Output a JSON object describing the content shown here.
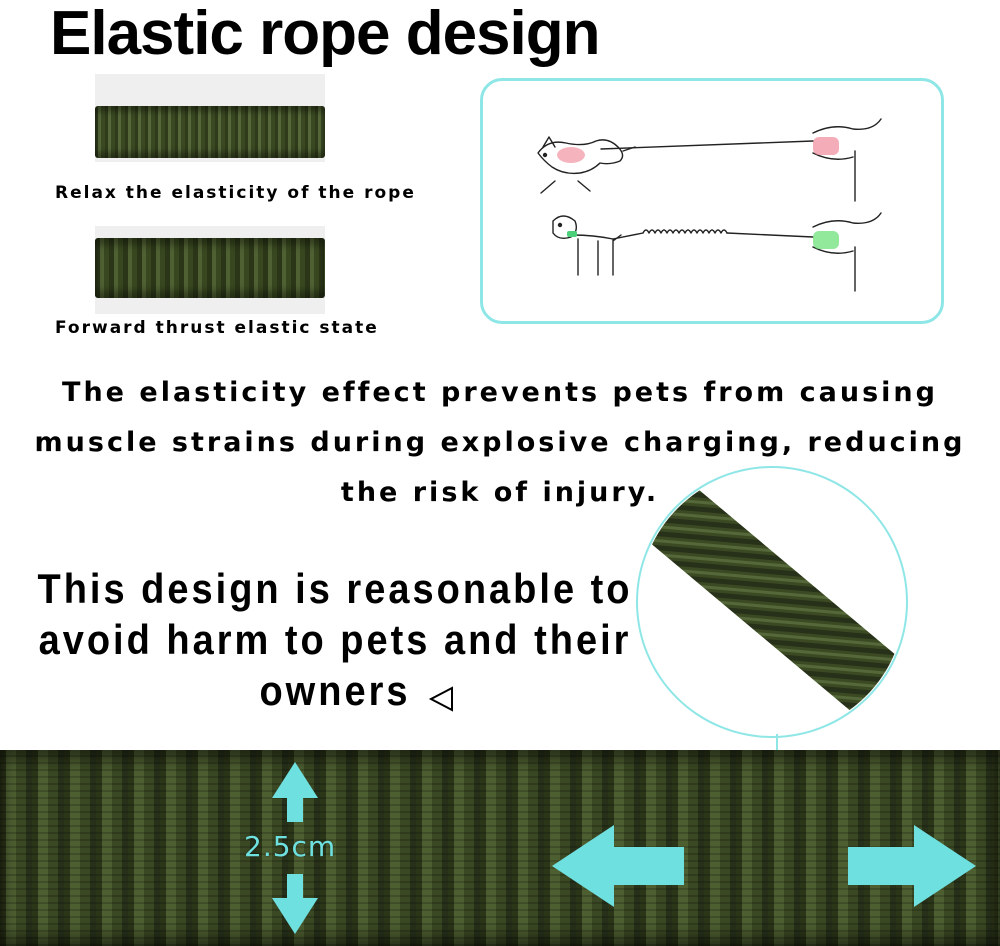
{
  "title": "Elastic rope design",
  "captions": {
    "relaxed": "Relax the elasticity of the rope",
    "thrust": "Forward thrust elastic state"
  },
  "body_text": [
    "The elasticity effect prevents pets from causing",
    "muscle strains during explosive charging, reducing",
    "the risk of injury."
  ],
  "design_text": [
    "This design is reasonable to",
    "avoid harm to pets and their",
    "owners"
  ],
  "dimension_label": "2.5cm",
  "icons": {
    "triangle": "triangle-left-icon",
    "vertical_arrow": "double-vertical-arrow-icon",
    "left_arrow": "left-arrow-icon",
    "right_arrow": "right-arrow-icon"
  },
  "colors": {
    "accent": "#8fe6e6",
    "rope": "#3b4a22",
    "arrow": "#6fe0e0"
  }
}
